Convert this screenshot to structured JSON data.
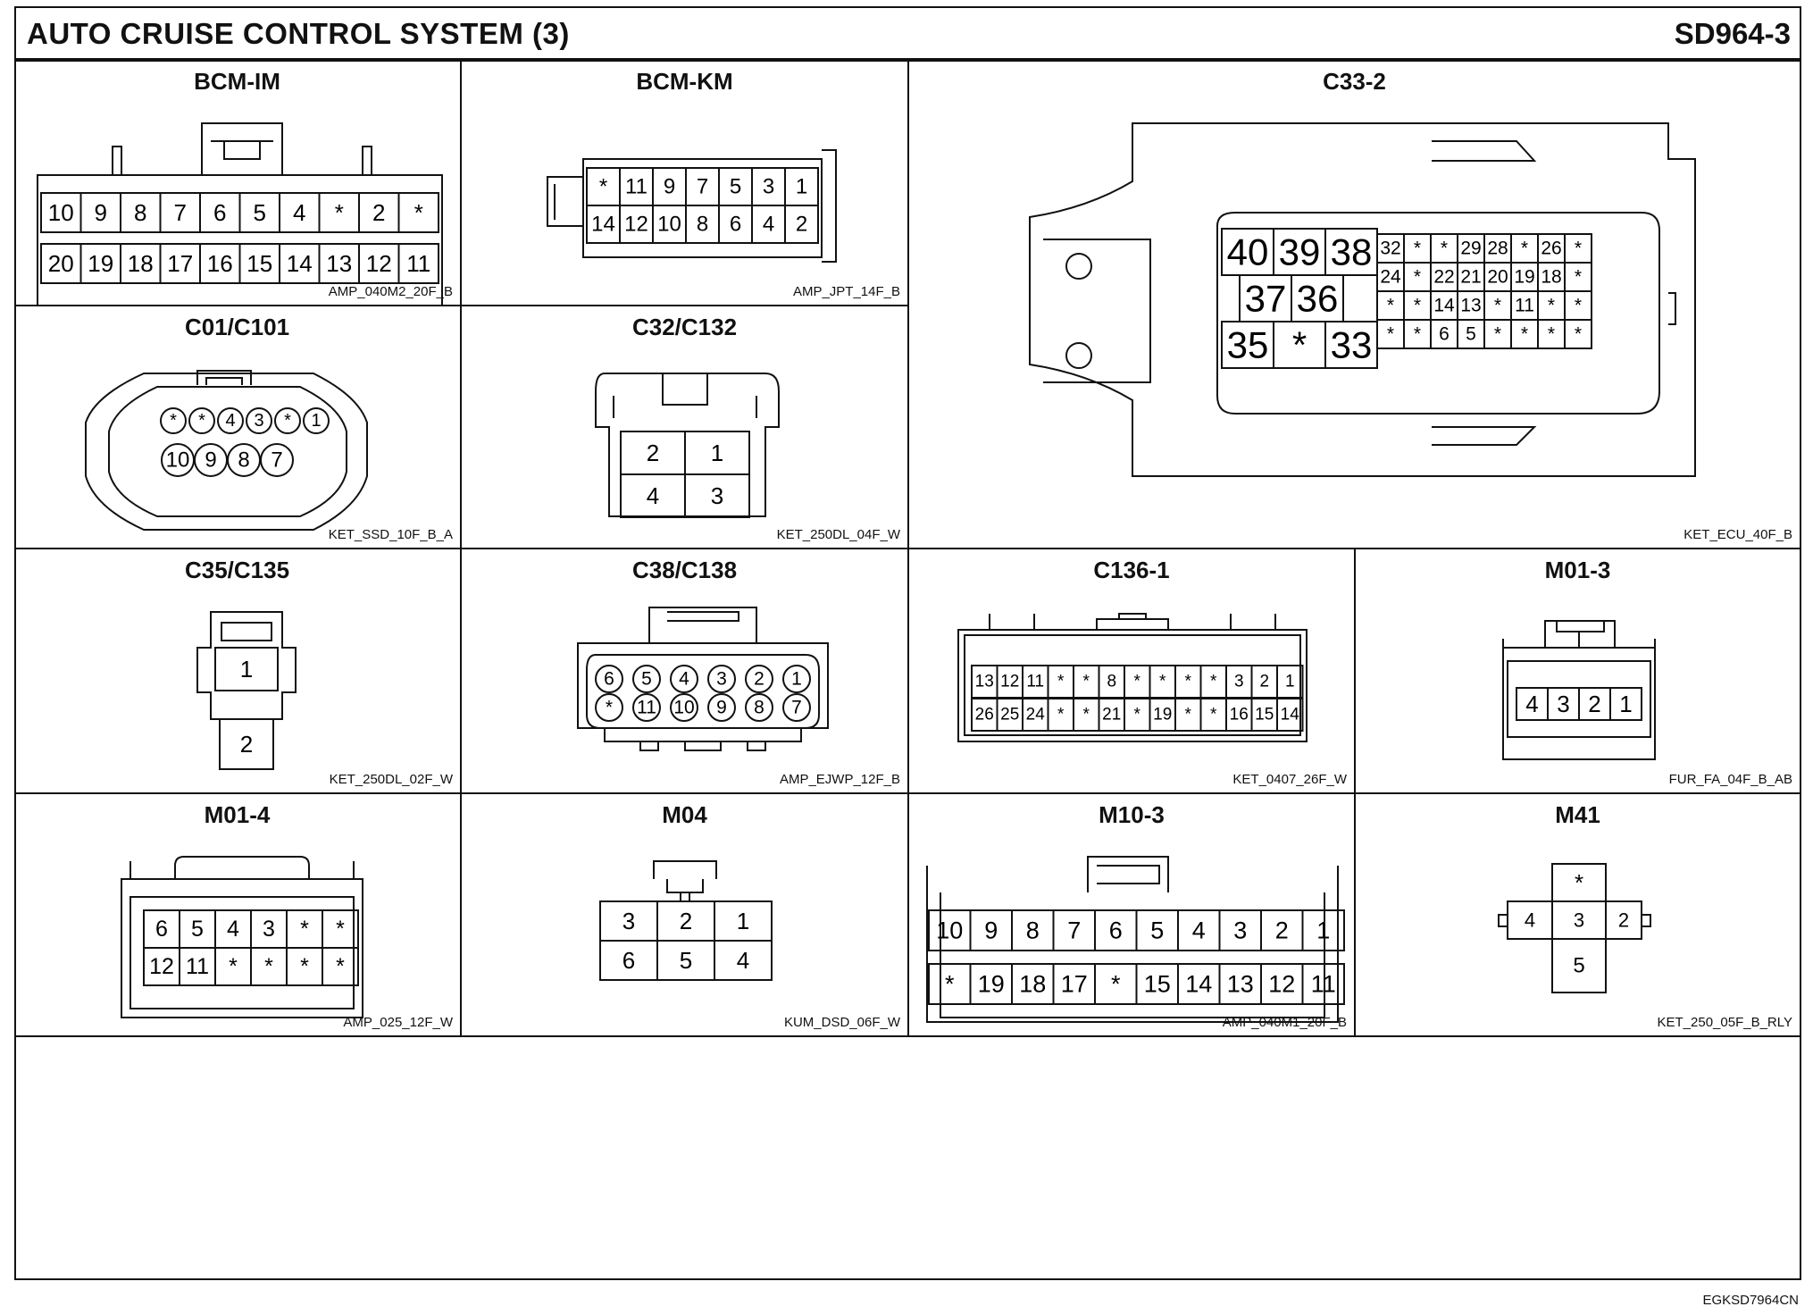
{
  "header": {
    "title": "AUTO CRUISE CONTROL SYSTEM (3)",
    "code": "SD964-3"
  },
  "footer": {
    "code": "EGKSD7964CN"
  },
  "connectors": [
    {
      "id": "bcm-im",
      "name": "BCM-IM",
      "code": "AMP_040M2_20F_B",
      "rows": [
        [
          "10",
          "9",
          "8",
          "7",
          "6",
          "5",
          "4",
          "*",
          "2",
          "*"
        ],
        [
          "20",
          "19",
          "18",
          "17",
          "16",
          "15",
          "14",
          "13",
          "12",
          "11"
        ]
      ]
    },
    {
      "id": "bcm-km",
      "name": "BCM-KM",
      "code": "AMP_JPT_14F_B",
      "rows": [
        [
          "*",
          "11",
          "9",
          "7",
          "5",
          "3",
          "1"
        ],
        [
          "14",
          "12",
          "10",
          "8",
          "6",
          "4",
          "2"
        ]
      ]
    },
    {
      "id": "c33-2",
      "name": "C33-2",
      "code": "KET_ECU_40F_B",
      "big": [
        "40",
        "39",
        "38",
        "37",
        "36",
        "35",
        "*",
        "33"
      ],
      "rows": [
        [
          "32",
          "*",
          "*",
          "29",
          "28",
          "*",
          "26",
          "*"
        ],
        [
          "24",
          "*",
          "22",
          "21",
          "20",
          "19",
          "18",
          "*"
        ],
        [
          "*",
          "*",
          "14",
          "13",
          "*",
          "11",
          "*",
          "*"
        ],
        [
          "*",
          "*",
          "6",
          "5",
          "*",
          "*",
          "*",
          "*"
        ]
      ]
    },
    {
      "id": "c01-c101",
      "name": "C01/C101",
      "code": "KET_SSD_10F_B_A",
      "rows": [
        [
          "*",
          "*",
          "4",
          "3",
          "*",
          "1"
        ],
        [
          "10",
          "9",
          "8",
          "7"
        ]
      ]
    },
    {
      "id": "c32-c132",
      "name": "C32/C132",
      "code": "KET_250DL_04F_W",
      "rows": [
        [
          "2",
          "1"
        ],
        [
          "4",
          "3"
        ]
      ]
    },
    {
      "id": "c35-c135",
      "name": "C35/C135",
      "code": "KET_250DL_02F_W",
      "rows": [
        [
          "1"
        ],
        [
          "2"
        ]
      ]
    },
    {
      "id": "c38-c138",
      "name": "C38/C138",
      "code": "AMP_EJWP_12F_B",
      "rows": [
        [
          "6",
          "5",
          "4",
          "3",
          "2",
          "1"
        ],
        [
          "*",
          "11",
          "10",
          "9",
          "8",
          "7"
        ]
      ]
    },
    {
      "id": "c136-1",
      "name": "C136-1",
      "code": "KET_0407_26F_W",
      "rows": [
        [
          "13",
          "12",
          "11",
          "*",
          "*",
          "8",
          "*",
          "*",
          "*",
          "*",
          "3",
          "2",
          "1"
        ],
        [
          "26",
          "25",
          "24",
          "*",
          "*",
          "21",
          "*",
          "19",
          "*",
          "*",
          "16",
          "15",
          "14"
        ]
      ]
    },
    {
      "id": "m01-3",
      "name": "M01-3",
      "code": "FUR_FA_04F_B_AB",
      "rows": [
        [
          "4",
          "3",
          "2",
          "1"
        ]
      ]
    },
    {
      "id": "m01-4",
      "name": "M01-4",
      "code": "AMP_025_12F_W",
      "rows": [
        [
          "6",
          "5",
          "4",
          "3",
          "*",
          "*"
        ],
        [
          "12",
          "11",
          "*",
          "*",
          "*",
          "*"
        ]
      ]
    },
    {
      "id": "m04",
      "name": "M04",
      "code": "KUM_DSD_06F_W",
      "rows": [
        [
          "3",
          "2",
          "1"
        ],
        [
          "6",
          "5",
          "4"
        ]
      ]
    },
    {
      "id": "m10-3",
      "name": "M10-3",
      "code": "AMP_040M1_20F_B",
      "rows": [
        [
          "10",
          "9",
          "8",
          "7",
          "6",
          "5",
          "4",
          "3",
          "2",
          "1"
        ],
        [
          "*",
          "19",
          "18",
          "17",
          "*",
          "15",
          "14",
          "13",
          "12",
          "11"
        ]
      ]
    },
    {
      "id": "m41",
      "name": "M41",
      "code": "KET_250_05F_B_RLY",
      "rows": [
        [
          "*"
        ],
        [
          "4",
          "3",
          "2"
        ],
        [
          "5"
        ]
      ]
    }
  ]
}
